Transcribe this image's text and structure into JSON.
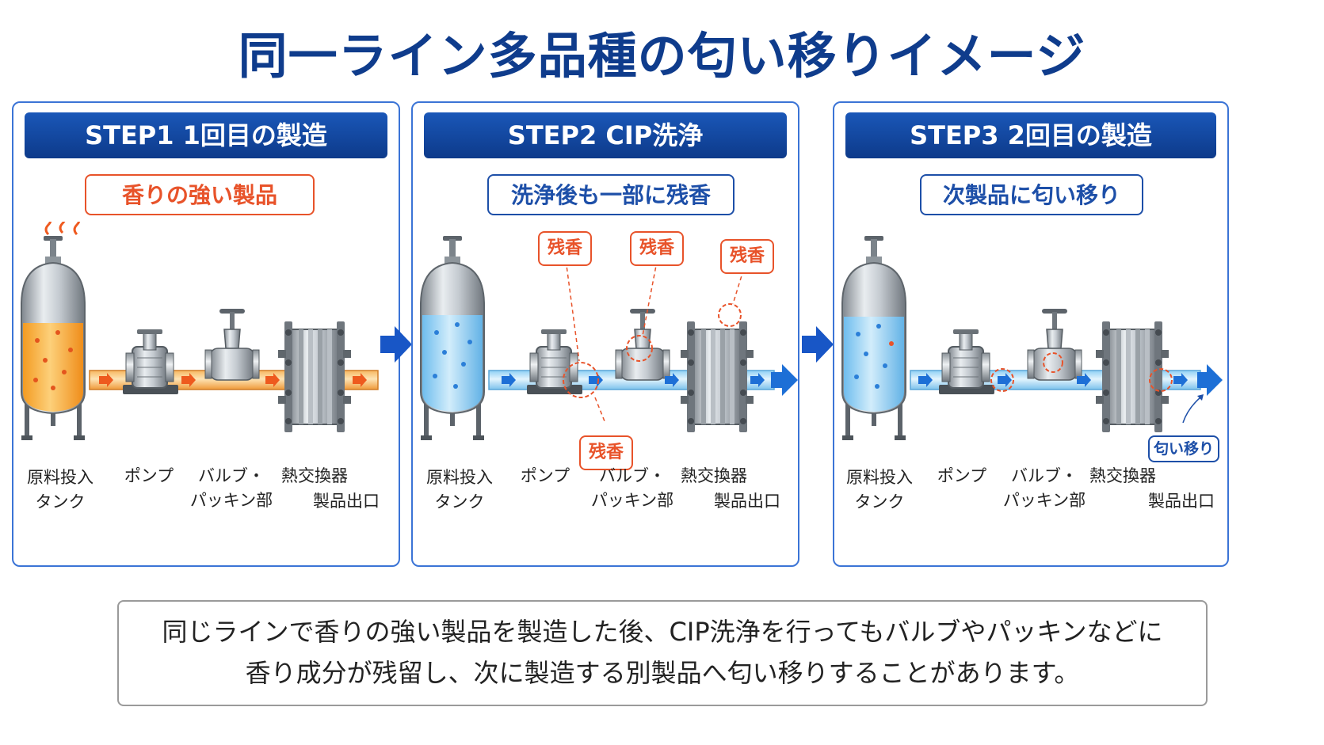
{
  "title": "同一ライン多品種の匂い移りイメージ",
  "steps": [
    {
      "header": "STEP1 1回目の製造",
      "subtitle": "香りの強い製品"
    },
    {
      "header": "STEP2 CIP洗浄",
      "subtitle": "洗浄後も一部に残香"
    },
    {
      "header": "STEP3 2回目の製造",
      "subtitle": "次製品に匂い移り"
    }
  ],
  "labels": {
    "tank_line1": "原料投入",
    "tank_line2": "タンク",
    "pump": "ポンプ",
    "valve_line1": "バルブ・",
    "valve_line2": "パッキン部",
    "exchanger": "熱交換器",
    "outlet": "製品出口"
  },
  "residual_label": "残香",
  "transfer_label": "匂い移り",
  "note": {
    "line1": "同じラインで香りの強い製品を製造した後、CIP洗浄を行ってもバルブやパッキンなどに",
    "line2": "香り成分が残留し、次に製造する別製品へ匂い移りすることがあります。"
  },
  "colors": {
    "navy": "#0f3c8c",
    "orange": "#e8532a",
    "blue": "#1d4fa8",
    "product_liquid": "#f7a531",
    "water_liquid": "#8fd0f5"
  }
}
